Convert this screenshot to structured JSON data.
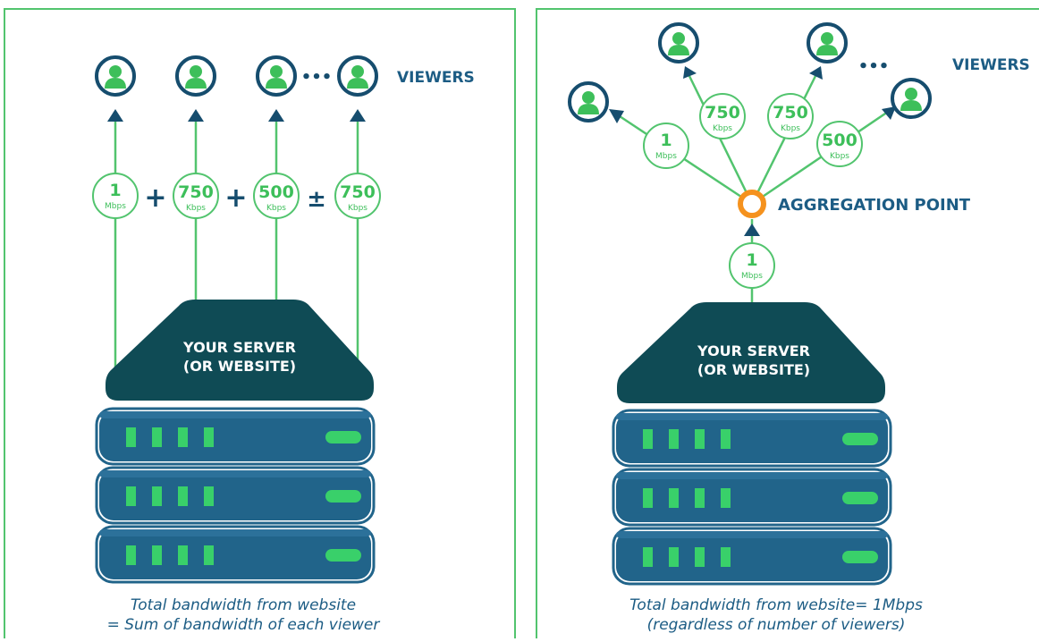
{
  "colors": {
    "green": "#3dbf5a",
    "line_green": "#52c46e",
    "navy": "#164d6e",
    "dark_teal": "#0f4b55",
    "server_blue": "#21648a",
    "server_light": "#4d88ad",
    "light_green": "#39d06a",
    "orange": "#f5921e",
    "text_blue": "#1c5c84",
    "border": "#52c46e"
  },
  "left": {
    "viewers_label": "VIEWERS",
    "ellipsis": "•••",
    "badges": [
      {
        "value": "1",
        "unit": "Mbps"
      },
      {
        "value": "750",
        "unit": "Kbps"
      },
      {
        "value": "500",
        "unit": "Kbps"
      },
      {
        "value": "750",
        "unit": "Kbps"
      }
    ],
    "operators": [
      "+",
      "+",
      "±"
    ],
    "server_line1": "YOUR SERVER",
    "server_line2": "(OR WEBSITE)",
    "caption_line1": "Total bandwidth from website",
    "caption_line2": "= Sum of bandwidth of each viewer"
  },
  "right": {
    "viewers_label": "VIEWERS",
    "ellipsis": "•••",
    "aggregation_label": "AGGREGATION POINT",
    "badges": [
      {
        "value": "1",
        "unit": "Mbps"
      },
      {
        "value": "750",
        "unit": "Kbps"
      },
      {
        "value": "750",
        "unit": "Kbps"
      },
      {
        "value": "500",
        "unit": "Kbps"
      }
    ],
    "uplink_badge": {
      "value": "1",
      "unit": "Mbps"
    },
    "server_line1": "YOUR SERVER",
    "server_line2": "(OR WEBSITE)",
    "caption_line1": "Total bandwidth from website= 1Mbps",
    "caption_line2": "(regardless of number of viewers)"
  }
}
